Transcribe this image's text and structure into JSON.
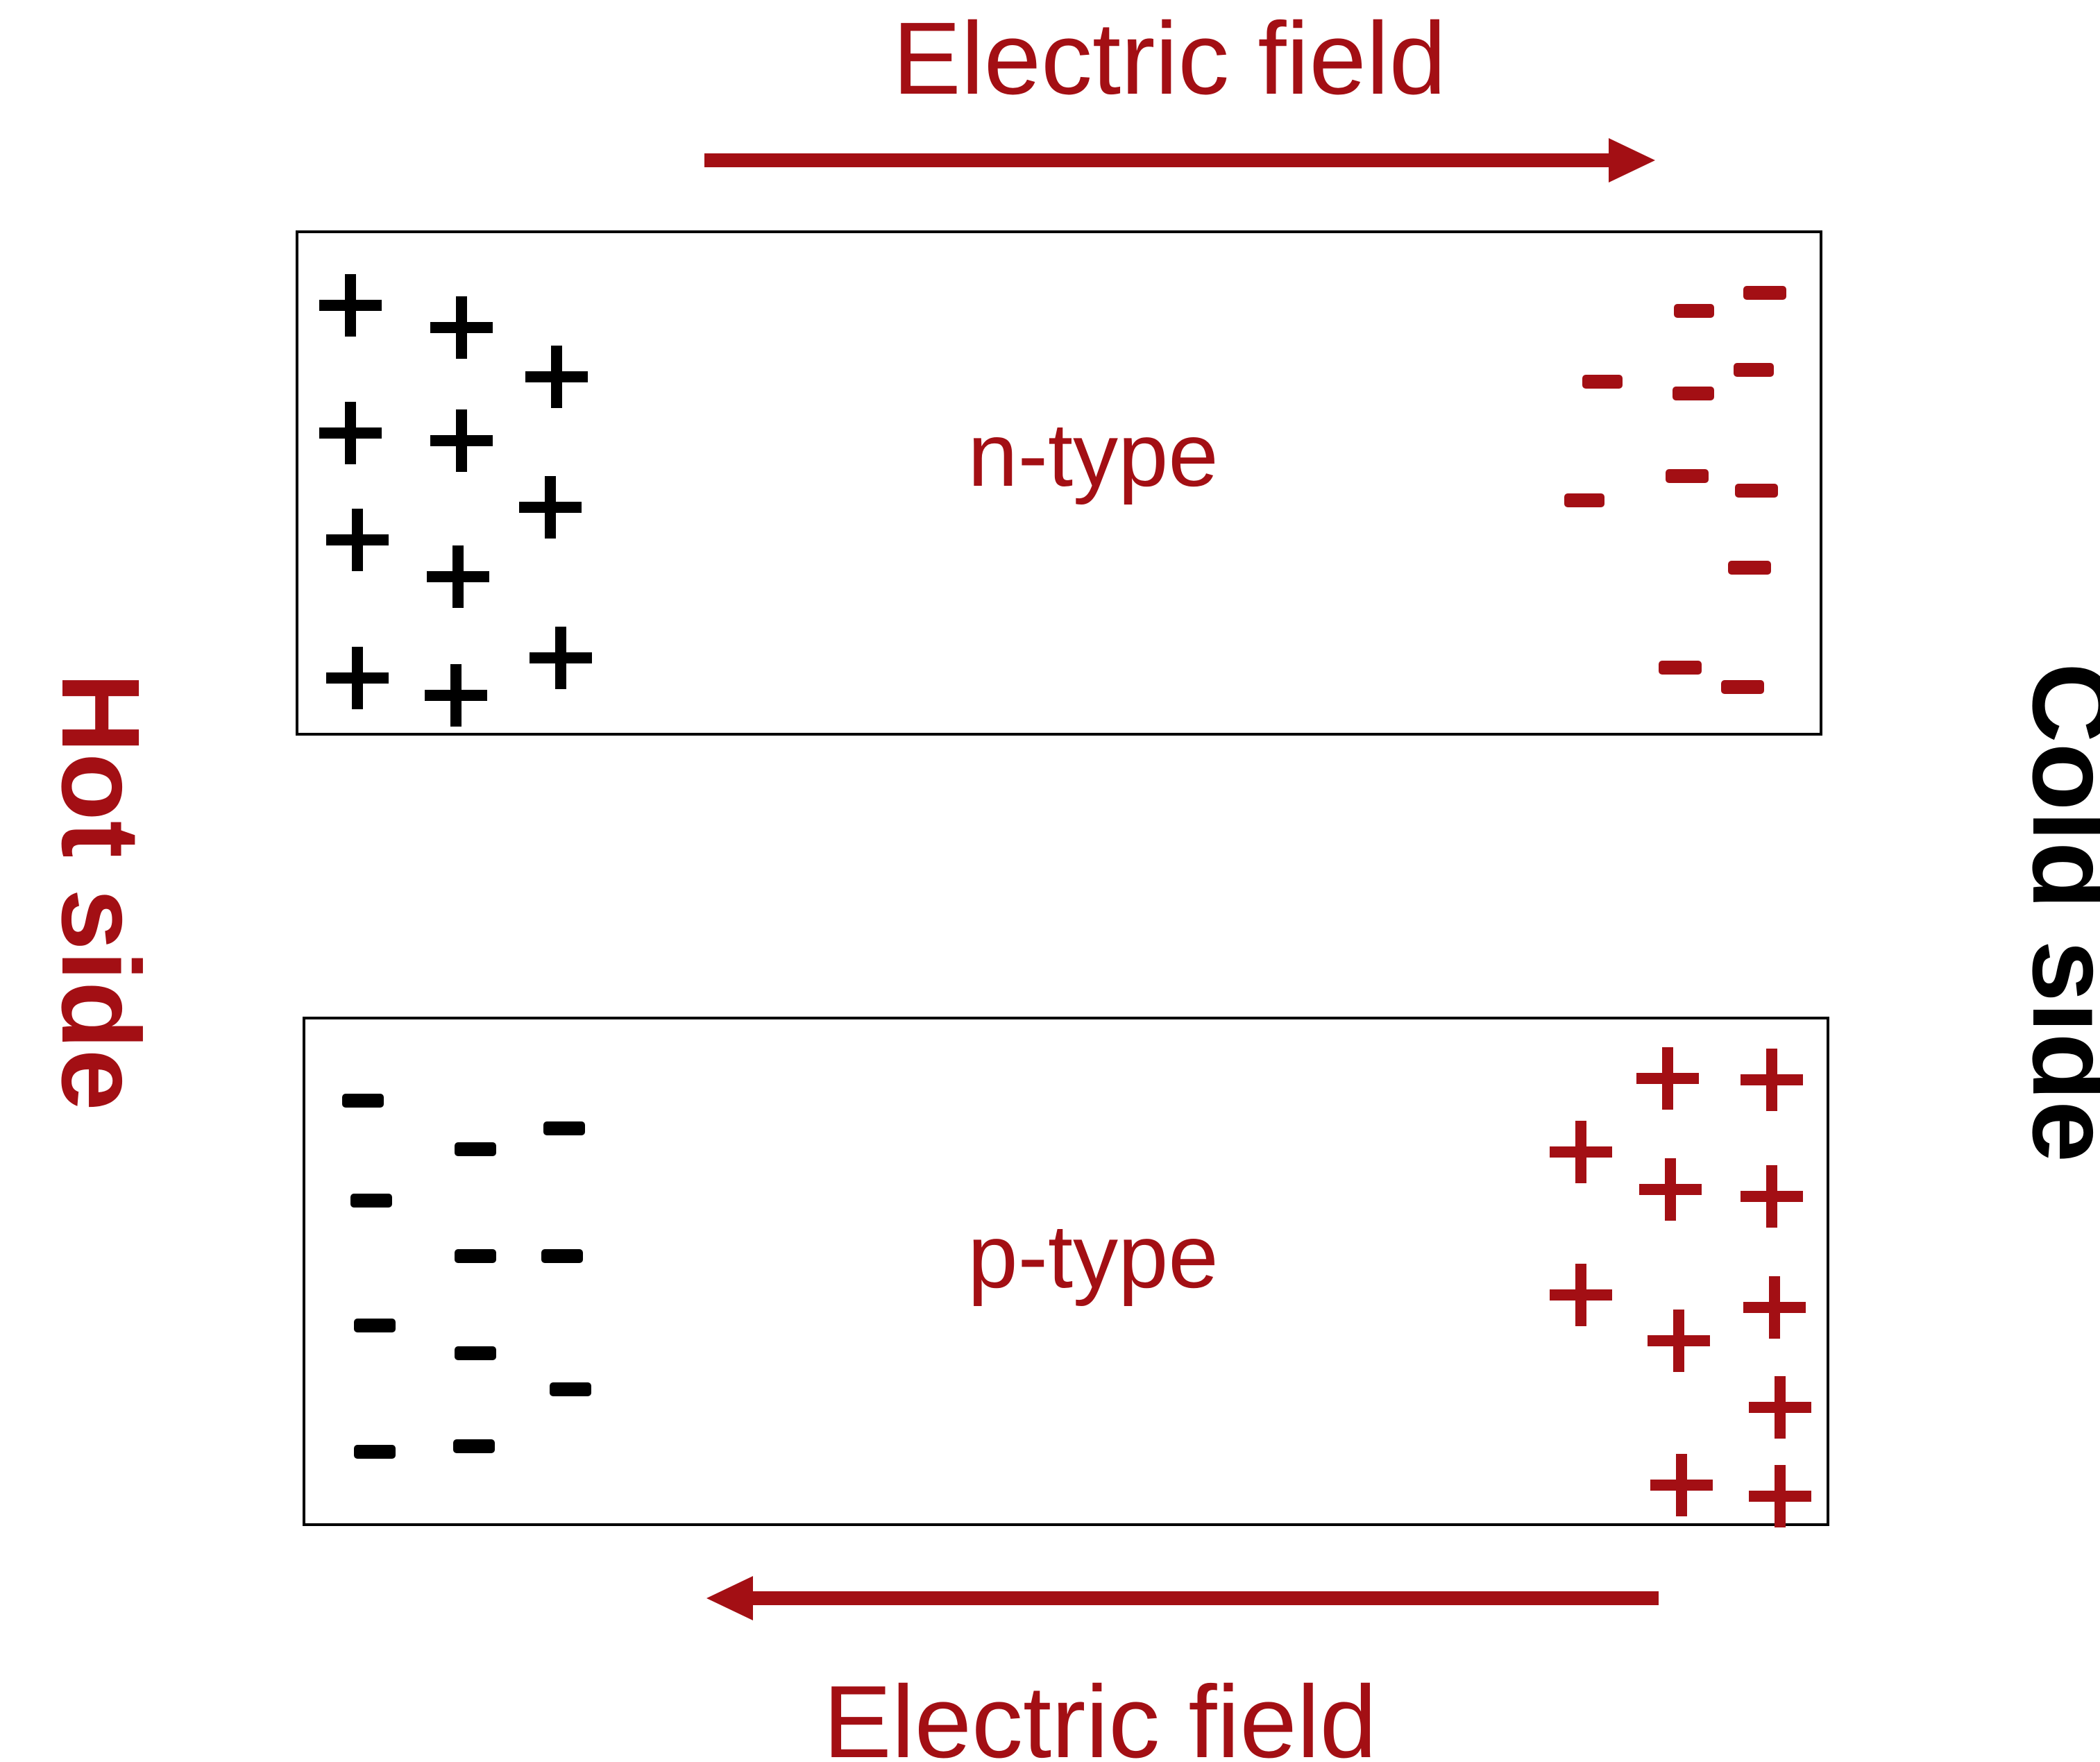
{
  "labels": {
    "field_top": "Electric field",
    "field_bottom": "Electric field",
    "n_type": "n-type",
    "p_type": "p-type",
    "hot_side": "Hot side",
    "cold_side": "Cold side"
  },
  "colors": {
    "accent_red": "#a30f14",
    "black": "#000000"
  },
  "symbols": {
    "plus": "+",
    "minus": "−"
  }
}
